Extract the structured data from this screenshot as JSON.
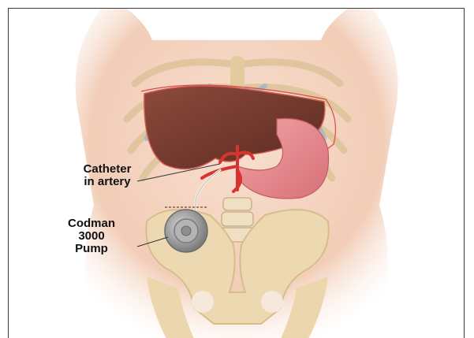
{
  "labels": {
    "catheter_line1": "Catheter",
    "catheter_line2": "in artery",
    "pump_line1": "Codman",
    "pump_line2": "3000",
    "pump_line3": "Pump"
  },
  "colors": {
    "frame": "#3a3a3a",
    "skin": "#f5d6c3",
    "bone": "#e9d3a8",
    "liver": "#7b3b2f",
    "stomach": "#e48a8f",
    "artery": "#d8342f",
    "pump": "#9a9a9a",
    "pointer": "#333333"
  }
}
